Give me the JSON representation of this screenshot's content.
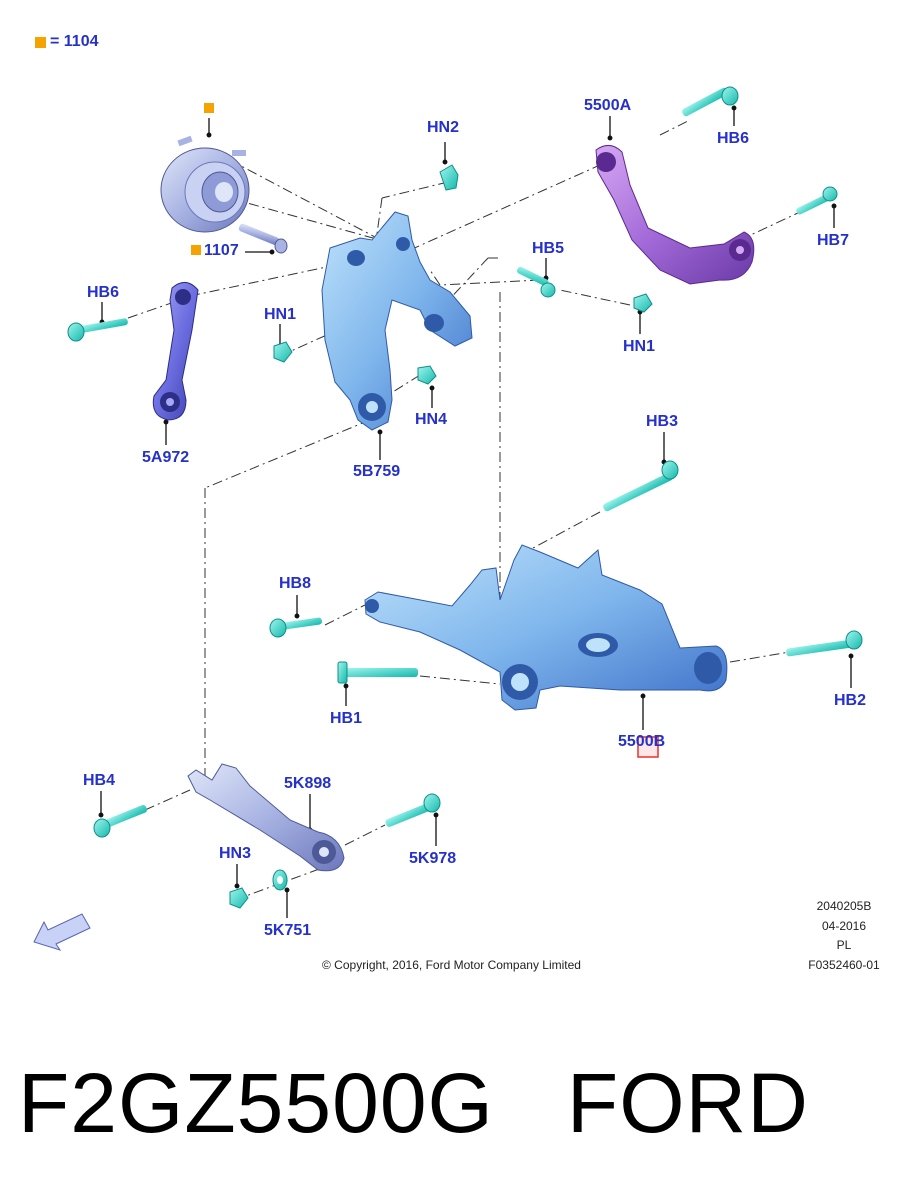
{
  "legend": {
    "marker": "■",
    "text": "= 1104",
    "marker_color": "#f5a300"
  },
  "callouts": {
    "part_1107": "1107",
    "hn2": "HN2",
    "p5500a": "5500A",
    "hb6_right": "HB6",
    "hb6_left": "HB6",
    "hb7": "HB7",
    "hb5": "HB5",
    "hn1_left": "HN1",
    "hn1_right": "HN1",
    "hn4": "HN4",
    "p5a972": "5A972",
    "p5b759": "5B759",
    "hb3": "HB3",
    "hb8": "HB8",
    "hb1": "HB1",
    "hb2": "HB2",
    "p5500b": "5500B",
    "hb4": "HB4",
    "p5k898": "5K898",
    "hn3": "HN3",
    "p5k978": "5K978",
    "p5k751": "5K751"
  },
  "meta": {
    "code": "2040205B",
    "date": "04-2016",
    "lang": "PL",
    "ref": "F0352460-01"
  },
  "copyright": "© Copyright, 2016, Ford Motor Company Limited",
  "caption": "F2GZ5500G   FORD",
  "colors": {
    "label_blue": "#2531c9",
    "part_blue": "#7fb6ec",
    "part_purple": "#a36ad8",
    "fastener_cyan": "#33dccf",
    "marker_orange": "#f5a300",
    "highlight_red": "#e83030"
  }
}
